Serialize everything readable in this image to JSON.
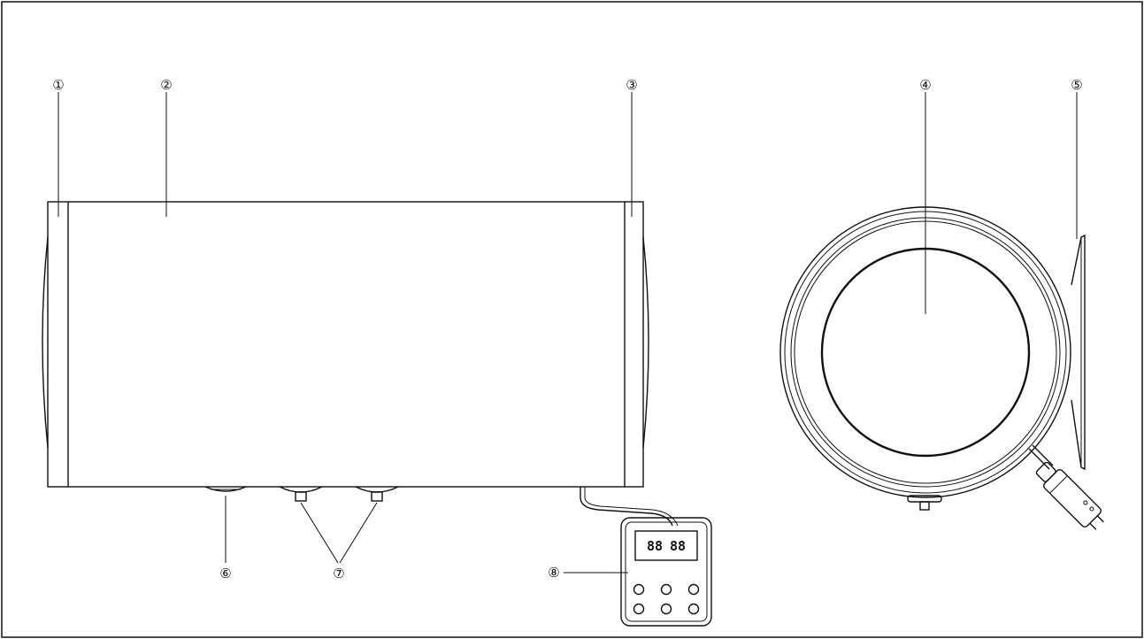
{
  "diagram": {
    "callouts": [
      {
        "id": "1",
        "glyph": "①"
      },
      {
        "id": "2",
        "glyph": "②"
      },
      {
        "id": "3",
        "glyph": "③"
      },
      {
        "id": "4",
        "glyph": "④"
      },
      {
        "id": "5",
        "glyph": "⑤"
      },
      {
        "id": "6",
        "glyph": "⑥"
      },
      {
        "id": "7",
        "glyph": "⑦"
      },
      {
        "id": "8",
        "glyph": "⑧"
      }
    ],
    "display": {
      "left": "88",
      "right": "88"
    },
    "colors": {
      "stroke": "#111111",
      "background": "#ffffff"
    }
  }
}
